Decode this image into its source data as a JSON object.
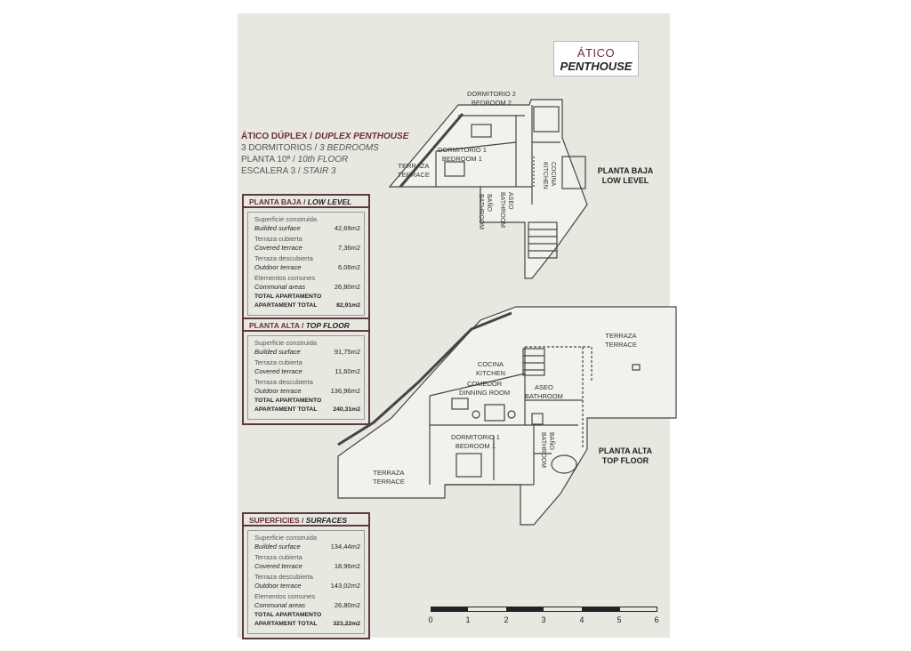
{
  "badge": {
    "line1": "ÁTICO",
    "line2": "PENTHOUSE"
  },
  "title": {
    "line1_es": "ÁTICO DÚPLEX / ",
    "line1_en": "DUPLEX PENTHOUSE",
    "line2_es": "3 DORMITORIOS / ",
    "line2_en": "3 BEDROOMS",
    "line3_es": "PLANTA 10ª / ",
    "line3_en": "10th FLOOR",
    "line4_es": "ESCALERA 3 / ",
    "line4_en": "STAIR 3"
  },
  "low_box": {
    "header_es": "PLANTA BAJA / ",
    "header_en": "LOW LEVEL",
    "rows": [
      {
        "es": "Superficie construida",
        "en": "Builded surface",
        "value": "42,69m2"
      },
      {
        "es": "Terraza cubierta",
        "en": "Covered terrace",
        "value": "7,36m2"
      },
      {
        "es": "Terraza descubierta",
        "en": "Outdoor terrace",
        "value": "6,06m2"
      },
      {
        "es": "Elementos comunes",
        "en": "Communal areas",
        "value": "26,80m2"
      }
    ],
    "total": {
      "es": "TOTAL APARTAMENTO",
      "en": "APARTAMENT TOTAL",
      "value": "82,91m2"
    }
  },
  "top_box": {
    "header_es": "PLANTA ALTA / ",
    "header_en": "TOP FLOOR",
    "rows": [
      {
        "es": "Superficie construida",
        "en": "Builded surface",
        "value": "91,75m2"
      },
      {
        "es": "Terraza cubierta",
        "en": "Covered terrace",
        "value": "11,60m2"
      },
      {
        "es": "Terraza descubierta",
        "en": "Outdoor terrace",
        "value": "136,96m2"
      }
    ],
    "total": {
      "es": "TOTAL APARTAMENTO",
      "en": "APARTAMENT TOTAL",
      "value": "240,31m2"
    }
  },
  "surfaces_box": {
    "header_es": "SUPERFICIES / ",
    "header_en": "SURFACES",
    "rows": [
      {
        "es": "Superficie construida",
        "en": "Builded surface",
        "value": "134,44m2"
      },
      {
        "es": "Terraza cubierta",
        "en": "Covered terrace",
        "value": "18,96m2"
      },
      {
        "es": "Terraza descubierta",
        "en": "Outdoor terrace",
        "value": "143,02m2"
      },
      {
        "es": "Elementos comunes",
        "en": "Communal areas",
        "value": "26,80m2"
      }
    ],
    "total": {
      "es": "TOTAL APARTAMENTO",
      "en": "APARTAMENT TOTAL",
      "value": "323,22m2"
    }
  },
  "low_plan": {
    "bedroom2_es": "DORMITORIO 2",
    "bedroom2_en": "BEDROOM 2",
    "bedroom1_es": "DORMITORIO 1",
    "bedroom1_en": "BEDROOM 1",
    "terrace_es": "TERRAZA",
    "terrace_en": "TERRACE",
    "kitchen_es": "COCINA",
    "kitchen_en": "KITCHEN",
    "toilet_es": "ASEO",
    "toilet_en": "BATHROOM",
    "bath_es": "BAÑO",
    "bath_en": "BATHROOM",
    "level_es": "PLANTA BAJA",
    "level_en": "LOW LEVEL"
  },
  "top_plan": {
    "terrace1_es": "TERRAZA",
    "terrace1_en": "TERRACE",
    "kitchen_es": "COCINA",
    "kitchen_en": "KITCHEN",
    "dining_es": "COMEDOR",
    "dining_en": "DINNING ROOM",
    "toilet_es": "ASEO",
    "toilet_en": "BATHROOM",
    "bedroom1_es": "DORMITORIO 1",
    "bedroom1_en": "BEDROOM 1",
    "bath_es": "BAÑO",
    "bath_en": "BATHROOM",
    "terrace2_es": "TERRAZA",
    "terrace2_en": "TERRACE",
    "level_es": "PLANTA ALTA",
    "level_en": "TOP FLOOR"
  },
  "scale": {
    "ticks": [
      "0",
      "1",
      "2",
      "3",
      "4",
      "5",
      "6"
    ]
  },
  "colors": {
    "sheet": "#e8e8e1",
    "accent": "#6b2f37",
    "border": "#5a3a3f"
  }
}
